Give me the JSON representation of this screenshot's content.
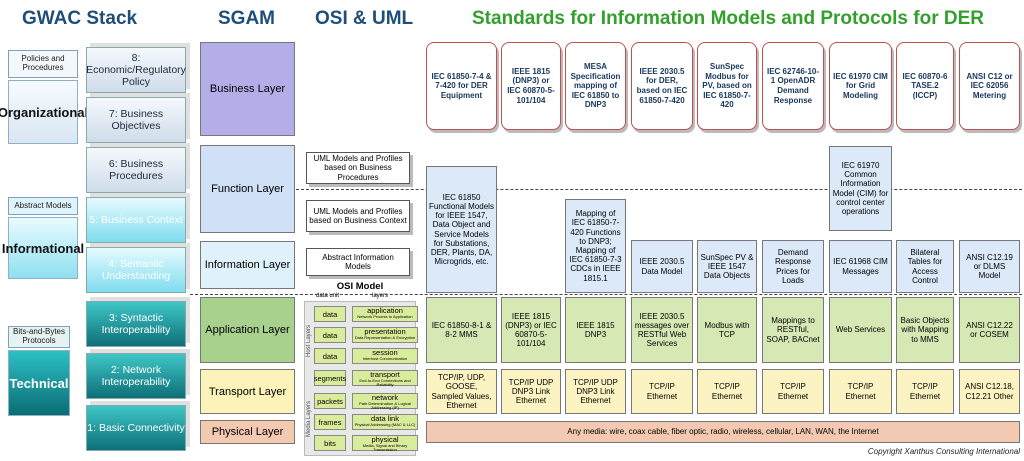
{
  "headers": {
    "gwac": "GWAC Stack",
    "sgam": "SGAM",
    "osi_uml": "OSI & UML",
    "standards": "Standards for Information Models and Protocols for DER"
  },
  "gwac": {
    "categories": [
      {
        "small": "Policies and Procedures",
        "big": "Organizational"
      },
      {
        "small": "Abstract Models",
        "big": "Informational"
      },
      {
        "small": "Bits-and-Bytes Protocols",
        "big": "Technical"
      }
    ],
    "layers": [
      "8: Economic/Regulatory Policy",
      "7: Business Objectives",
      "6: Business Procedures",
      "5: Business Context",
      "4: Semantic Understanding",
      "3: Syntactic Interoperability",
      "2: Network Interoperability",
      "1: Basic Connectivity"
    ]
  },
  "sgam": {
    "layers": [
      "Business Layer",
      "Function Layer",
      "Information Layer",
      "Application Layer",
      "Transport Layer",
      "Physical Layer"
    ]
  },
  "uml": {
    "boxes": [
      "UML Models and Profiles based on Business Procedures",
      "UML Models and Profiles based on Business Context",
      "Abstract Information Models"
    ]
  },
  "osi": {
    "title": "OSI Model",
    "col_data_unit": "data unit",
    "col_layers": "layers",
    "group_host": "Host Layers",
    "group_media": "Media Layers",
    "rows": [
      {
        "unit": "data",
        "name": "application",
        "desc": "Network Process to Application"
      },
      {
        "unit": "data",
        "name": "presentation",
        "desc": "Data Representation & Encryption"
      },
      {
        "unit": "data",
        "name": "session",
        "desc": "Interhost Communication"
      },
      {
        "unit": "segments",
        "name": "transport",
        "desc": "End-to-End Connections and Reliability"
      },
      {
        "unit": "packets",
        "name": "network",
        "desc": "Path Determination & Logical Addressing (IP)"
      },
      {
        "unit": "frames",
        "name": "data link",
        "desc": "Physical Addressing (MAC & LLC)"
      },
      {
        "unit": "bits",
        "name": "physical",
        "desc": "Media, Signal and Binary Transmission"
      }
    ]
  },
  "standards": {
    "columns": [
      {
        "title": "IEC 61850-7-4 & 7-420 for DER Equipment",
        "application": "IEC 61850-8-1 & 8-2 MMS",
        "transport": "TCP/IP, UDP, GOOSE, Sampled Values, Ethernet"
      },
      {
        "title": "IEEE 1815 (DNP3) or IEC 60870-5-101/104",
        "application": "IEEE 1815 (DNP3) or IEC 60870-5-101/104",
        "transport": "TCP/IP UDP DNP3 Link Ethernet"
      },
      {
        "title": "MESA Specification mapping of IEC 61850 to DNP3",
        "information": "Mapping of IEC 61850-7-420 Functions to DNP3; Mapping of IEC 61850-7-3 CDCs in IEEE 1815.1",
        "application": "IEEE 1815 DNP3",
        "transport": "TCP/IP UDP DNP3 Link Ethernet"
      },
      {
        "title": "IEEE 2030.5 for DER, based on IEC 61850-7-420",
        "information": "IEEE 2030.5 Data Model",
        "application": "IEEE 2030.5 messages over RESTful Web Services",
        "transport": "TCP/IP Ethernet"
      },
      {
        "title": "SunSpec Modbus for PV, based on IEC 61850-7-420",
        "information": "SunSpec PV & IEEE 1547 Data Objects",
        "application": "Modbus with TCP",
        "transport": "TCP/IP Ethernet"
      },
      {
        "title": "IEC 62746-10-1 OpenADR Demand Response",
        "information": "Demand Response Prices for Loads",
        "application": "Mappings to RESTful, SOAP, BACnet",
        "transport": "TCP/IP Ethernet"
      },
      {
        "title": "IEC 61970 CIM for Grid Modeling",
        "information": "IEC 61968 CIM Messages",
        "application": "Web Services",
        "transport": "TCP/IP Ethernet"
      },
      {
        "title": "IEC 60870-6 TASE.2 (ICCP)",
        "information": "Bilateral Tables for Access Control",
        "application": "Basic Objects with Mapping to MMS",
        "transport": "TCP/IP Ethernet"
      },
      {
        "title": "ANSI C12 or IEC 62056 Metering",
        "information": "ANSI C12.19 or DLMS Model",
        "application": "ANSI C12.22 or COSEM",
        "transport": "ANSI C12.18, C12.21 Other"
      }
    ],
    "func_info_iec61850": "IEC 61850 Functional Models for IEEE 1547, Data Object and Service Models for Substations, DER, Plants, DA, Microgrids, etc.",
    "func_info_cim": "IEC 61970 Common Information Model (CIM) for control center operations",
    "physical": "Any media: wire, coax cable, fiber optic, radio, wireless, cellular, LAN, WAN, the Internet"
  },
  "copyright": "Copyright Xanthus Consulting International"
}
